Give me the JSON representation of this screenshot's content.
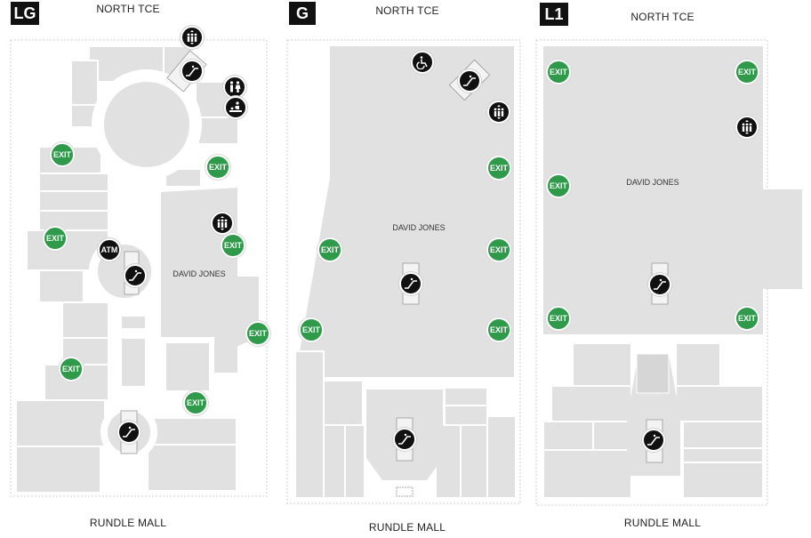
{
  "floors": [
    {
      "badge": "LG",
      "top_street": "NORTH TCE",
      "bottom_street": "RUNDLE MALL",
      "store_label": "DAVID JONES",
      "exit_label": "EXIT",
      "atm_label": "ATM"
    },
    {
      "badge": "G",
      "top_street": "NORTH TCE",
      "bottom_street": "RUNDLE MALL",
      "store_label": "DAVID JONES",
      "exit_label": "EXIT"
    },
    {
      "badge": "L1",
      "top_street": "NORTH TCE",
      "bottom_street": "RUNDLE MALL",
      "store_label": "DAVID JONES",
      "exit_label": "EXIT"
    }
  ],
  "colors": {
    "exit_green": "#2e9a4a",
    "icon_black": "#111111",
    "store_fill": "#e1e1e1",
    "walkway": "#ffffff"
  },
  "icons": [
    "elevator-icon",
    "escalator-icon",
    "toilets-icon",
    "baby-change-icon",
    "accessible-icon",
    "atm-icon",
    "exit-sign"
  ]
}
